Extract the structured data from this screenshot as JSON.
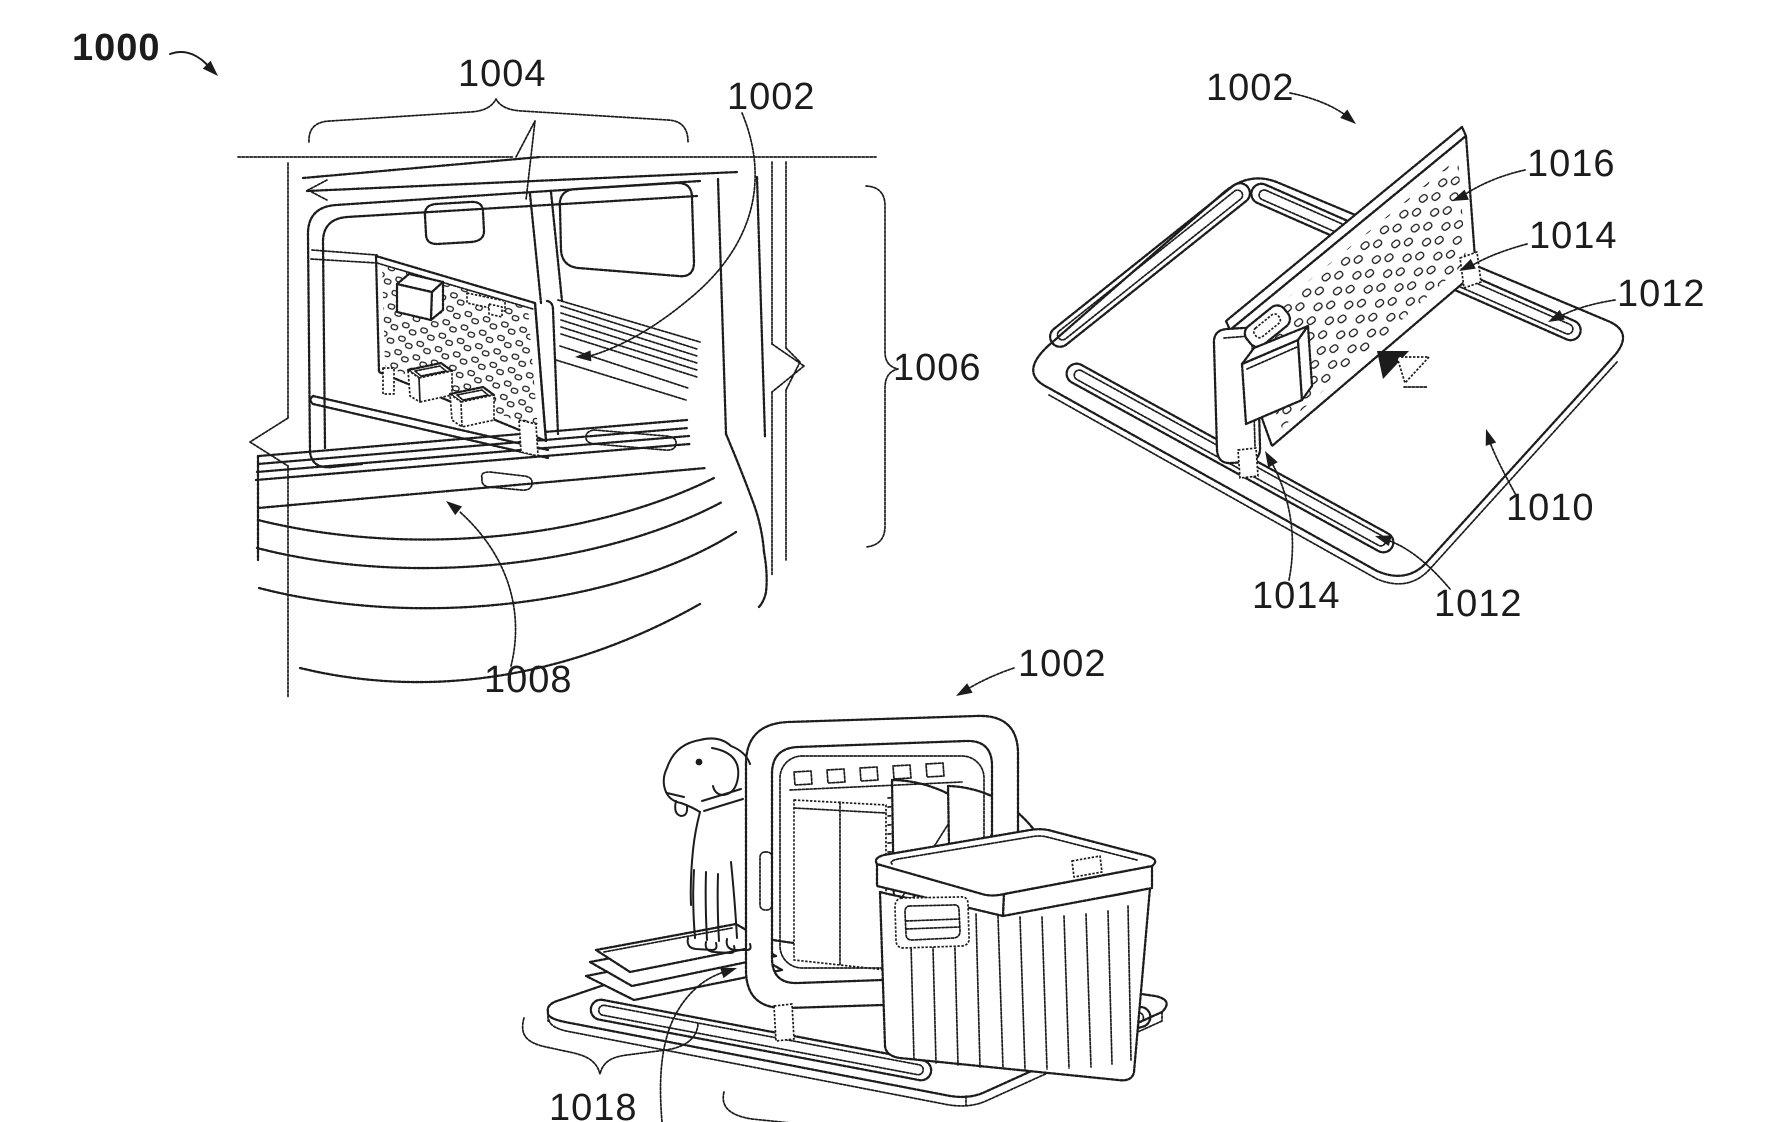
{
  "colors": {
    "ink": "#1c1c1c",
    "paper": "#ffffff"
  },
  "figures": {
    "vehicle": {
      "description_role": "vehicle-cargo-area-view",
      "callouts": {
        "n1000": "1000",
        "n1004": "1004",
        "n1002": "1002",
        "n1006": "1006",
        "n1008": "1008"
      }
    },
    "tray": {
      "description_role": "tray-and-divider-assembly-view",
      "callouts": {
        "n1002": "1002",
        "n1016": "1016",
        "n1014_right": "1014",
        "n1012_right": "1012",
        "n1014_bottom": "1014",
        "n1012_bottom": "1012",
        "n1010": "1010"
      }
    },
    "scene": {
      "description_role": "divider-with-dog-and-cooler-view",
      "callouts": {
        "n1002": "1002",
        "n1018": "1018"
      }
    }
  }
}
